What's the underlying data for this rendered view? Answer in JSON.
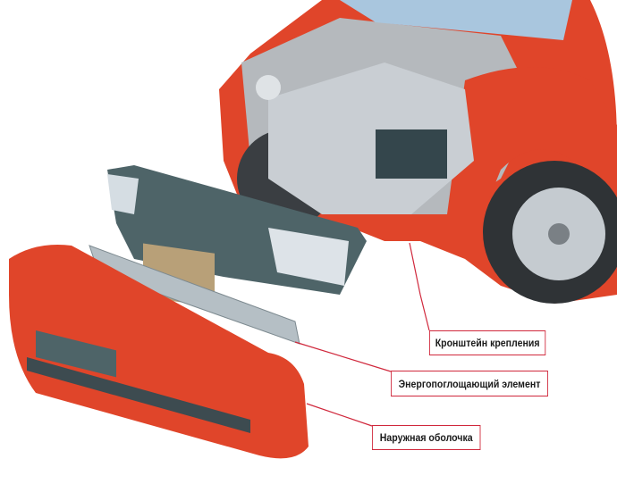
{
  "labels": {
    "bracket": "Кронштейн крепления",
    "absorber": "Энергопоглощающий элемент",
    "shell": "Наружная оболочка"
  },
  "colors": {
    "body": "#e0452a",
    "leader": "#d0283c",
    "engine": "#c9ced3",
    "frame": "#4e6468"
  }
}
